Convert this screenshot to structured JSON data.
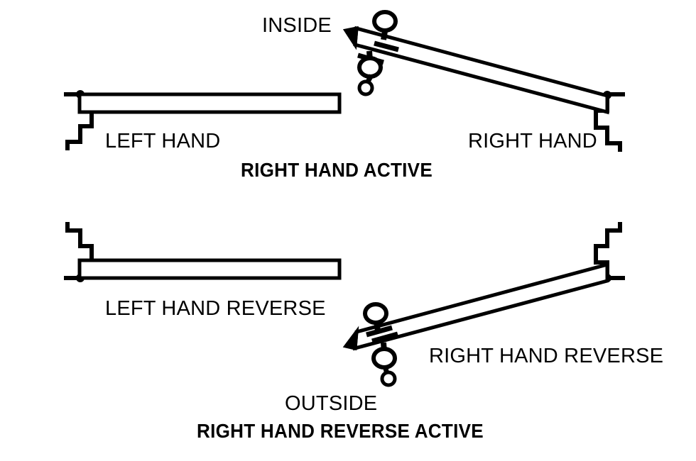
{
  "diagram": {
    "title_top": "RIGHT HAND ACTIVE",
    "title_bottom": "RIGHT HAND REVERSE ACTIVE",
    "ink_color": "#000000",
    "background_color": "#ffffff",
    "labels": {
      "inside": "INSIDE",
      "outside": "OUTSIDE",
      "left_hand": "LEFT HAND",
      "right_hand": "RIGHT HAND",
      "left_hand_reverse": "LEFT HAND REVERSE",
      "right_hand_reverse": "RIGHT HAND REVERSE"
    },
    "panels": [
      {
        "name": "top-panel",
        "caption": "RIGHT HAND ACTIVE",
        "orientation_label": "INSIDE",
        "left_leaf": {
          "label": "LEFT HAND",
          "state": "closed-flat",
          "hinge_side": "left"
        },
        "right_leaf": {
          "label": "RIGHT HAND",
          "state": "open-angled",
          "hinge_side": "right",
          "hardware": [
            "knob-top",
            "knob-bottom",
            "thumb-turn"
          ]
        }
      },
      {
        "name": "bottom-panel",
        "caption": "RIGHT HAND REVERSE ACTIVE",
        "orientation_label": "OUTSIDE",
        "left_leaf": {
          "label": "LEFT HAND REVERSE",
          "state": "closed-flat",
          "hinge_side": "left"
        },
        "right_leaf": {
          "label": "RIGHT HAND REVERSE",
          "state": "open-angled",
          "hinge_side": "right",
          "hardware": [
            "knob-top",
            "knob-bottom",
            "thumb-turn"
          ]
        }
      }
    ]
  }
}
